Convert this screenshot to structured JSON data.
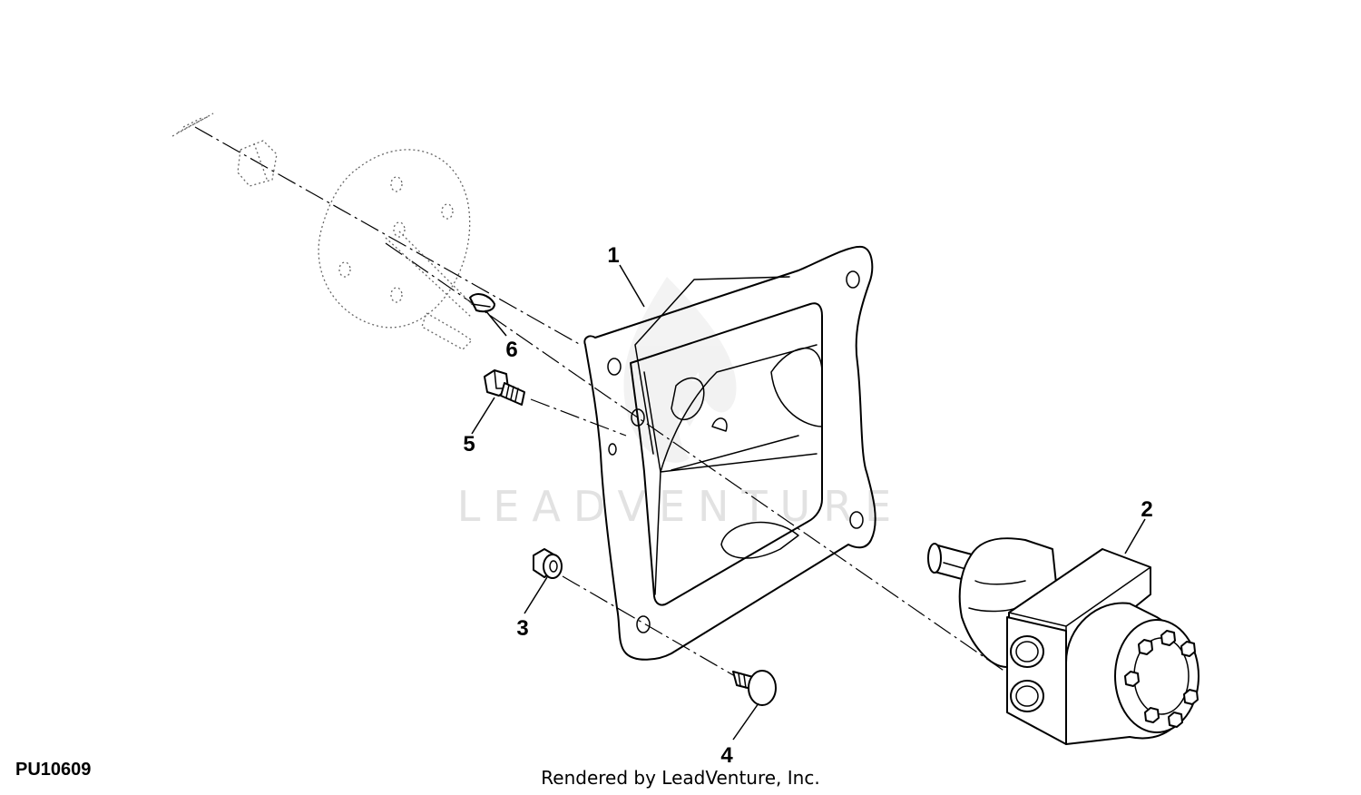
{
  "figure": {
    "id_label": "PU10609",
    "credit": "Rendered by LeadVenture, Inc.",
    "watermark": "LEADVENTURE"
  },
  "callouts": [
    {
      "number": "1",
      "part": "housing"
    },
    {
      "number": "2",
      "part": "steering-valve"
    },
    {
      "number": "3",
      "part": "nut"
    },
    {
      "number": "4",
      "part": "carriage-bolt"
    },
    {
      "number": "5",
      "part": "cap-screw"
    },
    {
      "number": "6",
      "part": "woodruff-key"
    }
  ]
}
